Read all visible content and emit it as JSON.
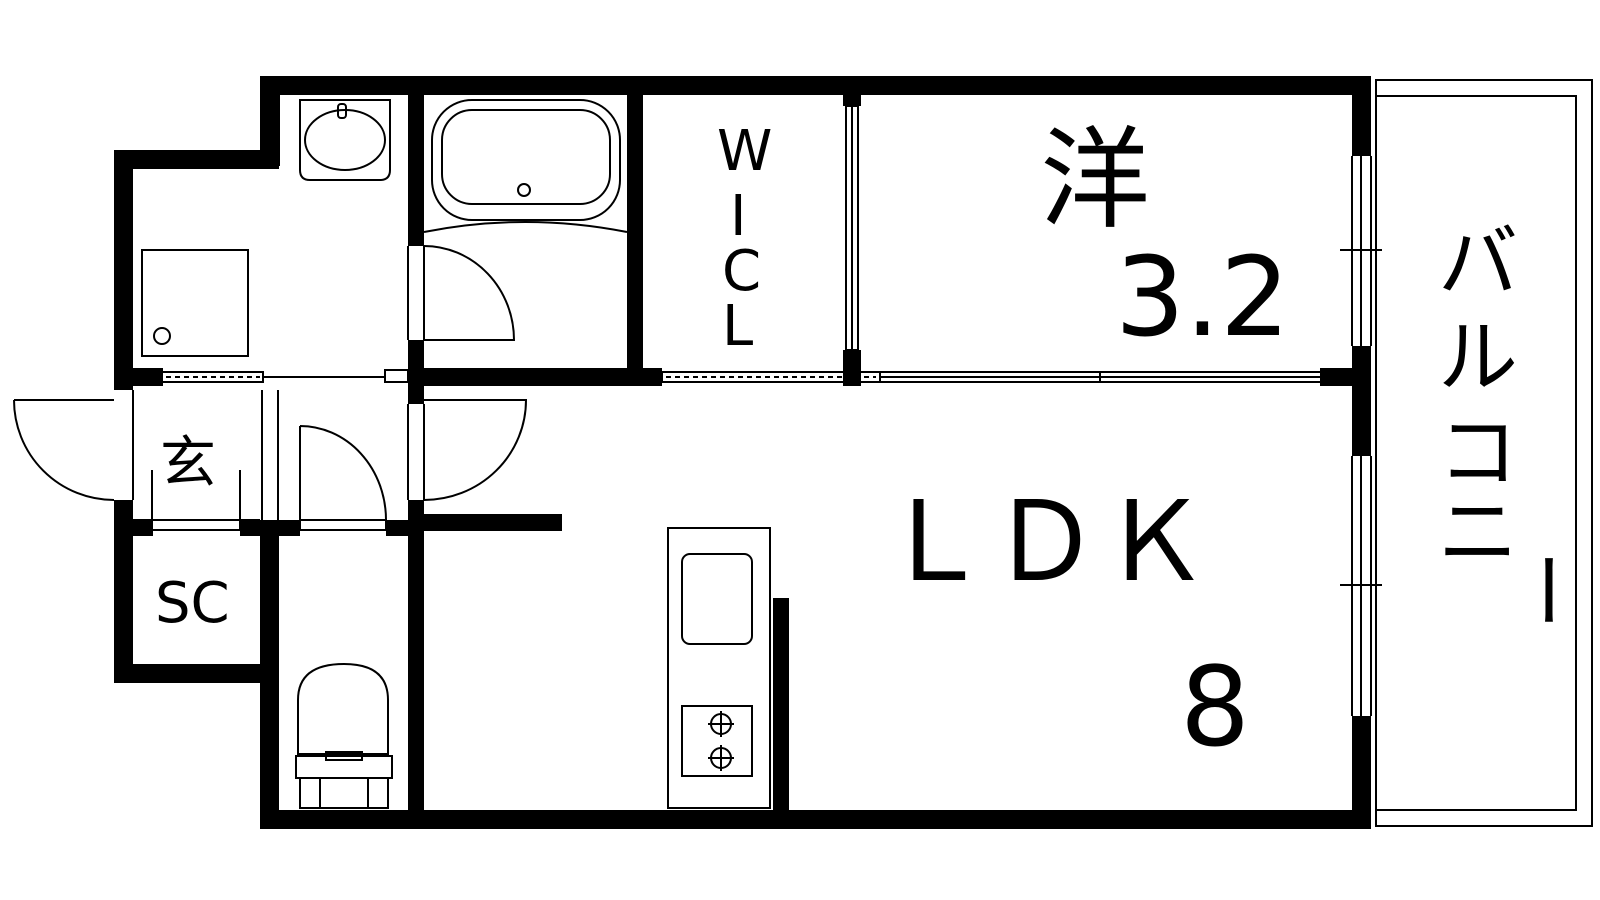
{
  "rooms": {
    "western_room": {
      "name": "洋",
      "size": "3.2"
    },
    "ldk": {
      "name": "ＬＤＫ",
      "size": "8"
    },
    "balcony": {
      "name": [
        "バ",
        "ル",
        "コ",
        "ニ",
        "ー"
      ]
    },
    "walk_in_closet": {
      "name": [
        "W",
        "I",
        "C",
        "L"
      ]
    },
    "entrance": {
      "name": "玄"
    },
    "shoe_closet": {
      "name": "SC"
    }
  }
}
